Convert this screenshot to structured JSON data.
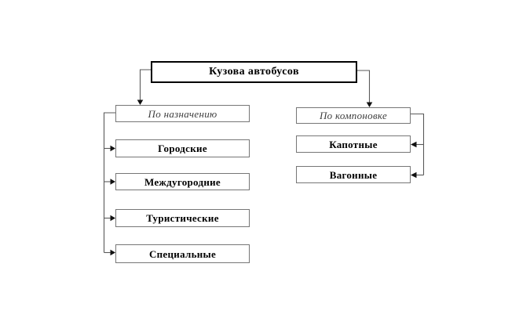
{
  "diagram": {
    "root_label": "Кузова автобусов",
    "groups": [
      {
        "header": "По назначению",
        "items": [
          "Городские",
          "Междугородние",
          "Туристические",
          "Специальные"
        ]
      },
      {
        "header": "По компоновке",
        "items": [
          "Капотные",
          "Вагонные"
        ]
      }
    ]
  },
  "colors": {
    "background": "#ffffff",
    "line": "#5a5a5a",
    "arrow": "#111111",
    "box_border": "#767676",
    "root_border": "#000000",
    "label_text": "#000000",
    "header_text": "#3d3d3d"
  }
}
